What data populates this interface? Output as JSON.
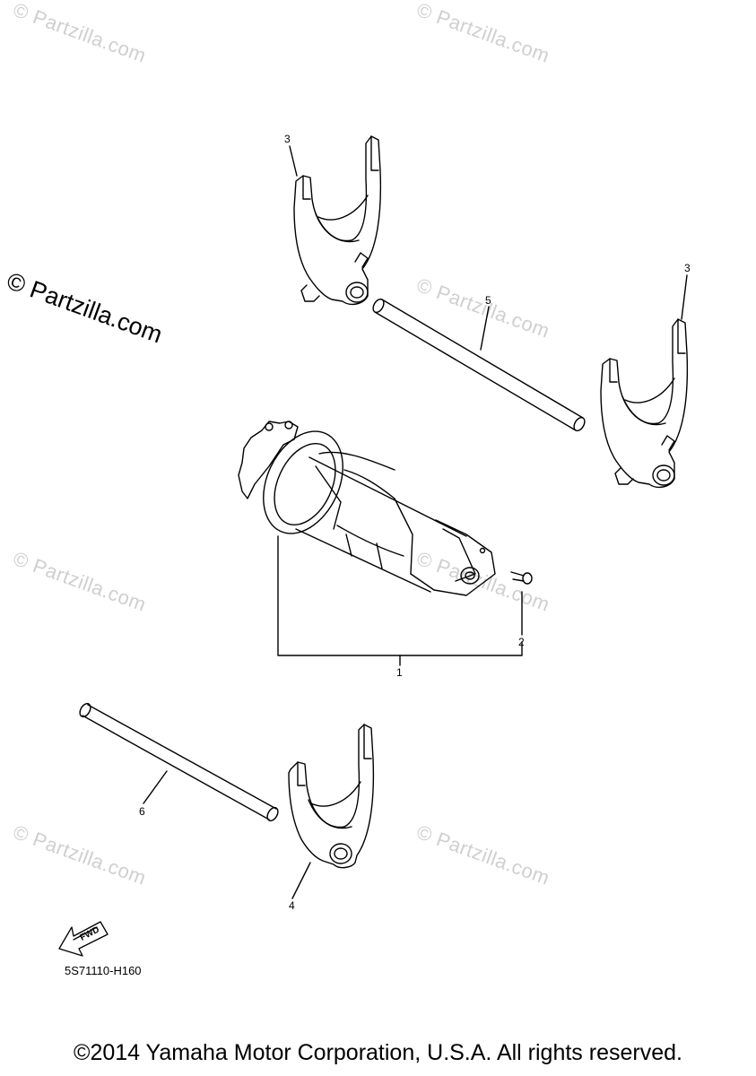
{
  "watermark": {
    "text": "© Partzilla.com",
    "color": "#cfcfcf",
    "prominent_text": "© Partzilla.com"
  },
  "callouts": {
    "shift_drum_assy": "1",
    "pin": "2",
    "shift_fork_upper_left": "3",
    "shift_fork_upper_right": "3",
    "shift_fork_lower": "4",
    "guide_bar_upper": "5",
    "guide_bar_lower": "6"
  },
  "fwd_arrow": {
    "label": "FWD"
  },
  "diagram_code": "5S71110-H160",
  "copyright": "©2014 Yamaha Motor Corporation, U.S.A. All rights reserved."
}
